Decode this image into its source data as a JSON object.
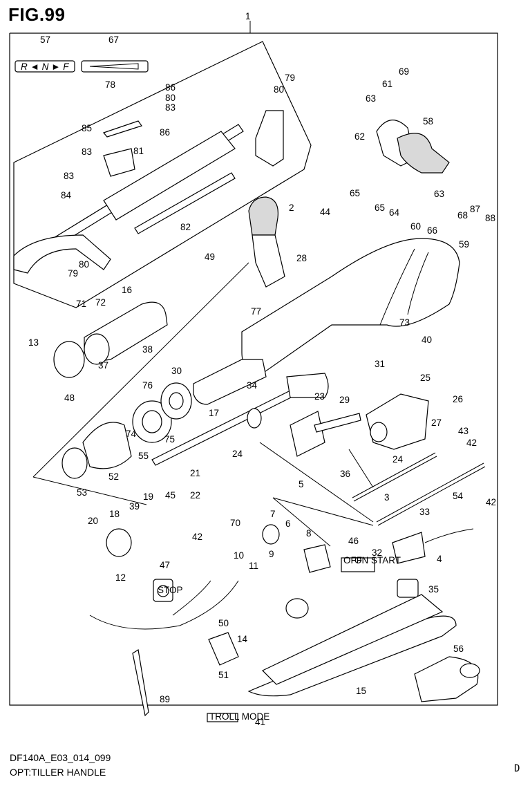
{
  "figure": {
    "title": "FIG.99",
    "footer_code": "DF140A_E03_014_099",
    "footer_name": "OPT:TILLER HANDLE",
    "page_letter": "D"
  },
  "labels": {
    "shift_decal": "R ◄ N ► F",
    "stop_switch": "STOP",
    "troll_mode": "TROLL MODE",
    "switch_plate_off": "OFF",
    "switch_plate_on_start": "ON START"
  },
  "callouts": [
    "1",
    "57",
    "67",
    "78",
    "79",
    "80",
    "86",
    "80",
    "83",
    "85",
    "86",
    "81",
    "83",
    "83",
    "84",
    "82",
    "80",
    "79",
    "2",
    "69",
    "61",
    "63",
    "62",
    "58",
    "65",
    "65",
    "64",
    "60",
    "66",
    "63",
    "68",
    "87",
    "88",
    "59",
    "44",
    "28",
    "49",
    "16",
    "71",
    "72",
    "13",
    "48",
    "38",
    "37",
    "77",
    "31",
    "73",
    "40",
    "25",
    "26",
    "27",
    "43",
    "42",
    "30",
    "76",
    "34",
    "23",
    "29",
    "17",
    "74",
    "75",
    "55",
    "52",
    "53",
    "24",
    "24",
    "36",
    "3",
    "54",
    "42",
    "33",
    "21",
    "22",
    "20",
    "18",
    "39",
    "19",
    "45",
    "70",
    "42",
    "5",
    "7",
    "6",
    "8",
    "46",
    "32",
    "4",
    "12",
    "47",
    "10",
    "9",
    "11",
    "35",
    "50",
    "14",
    "51",
    "89",
    "56",
    "15",
    "41"
  ]
}
